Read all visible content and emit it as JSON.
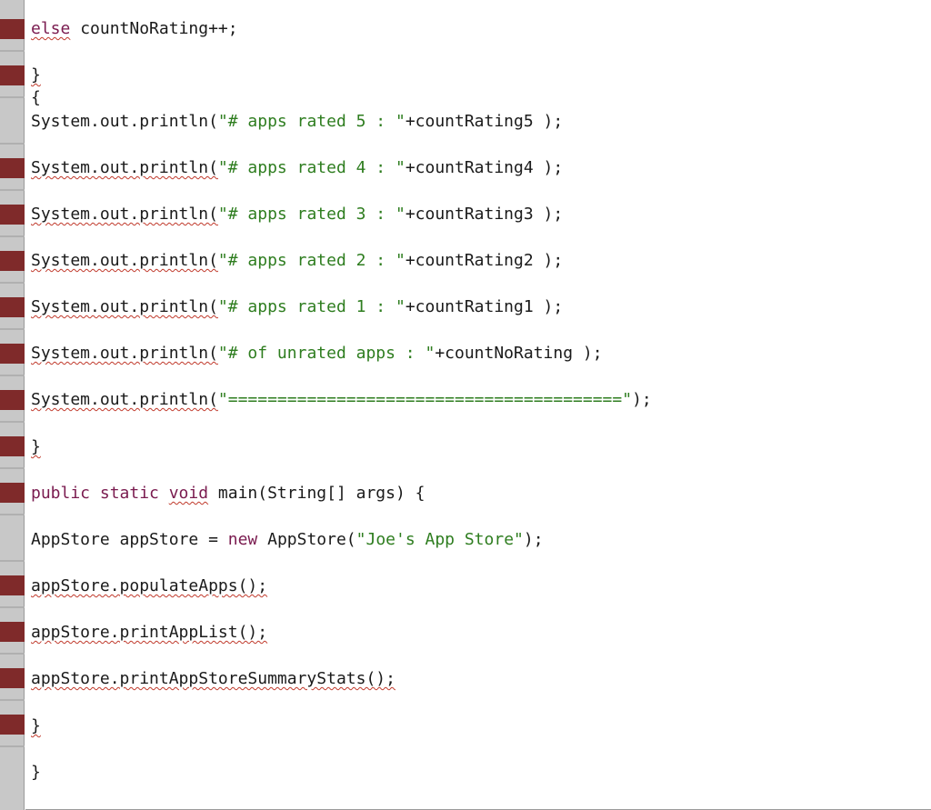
{
  "colors": {
    "gutter": "#c8c8c8",
    "marker": "#7f2a2a",
    "keyword": "#7a1b4f",
    "string": "#2e7d1f",
    "text": "#1a1a1a"
  },
  "code": {
    "l1_kw": "else",
    "l1_rest": " countNoRating++;",
    "l2": "}",
    "l3": "{",
    "l4_a": "System.out.println(",
    "l4_b": "\"# apps rated 5 : \"",
    "l4_c": "+countRating5 );",
    "l5_a": "System.out.println(",
    "l5_b": "\"# apps rated 4 : \"",
    "l5_c": "+countRating4 );",
    "l6_a": "System.out.println(",
    "l6_b": "\"# apps rated 3 : \"",
    "l6_c": "+countRating3 );",
    "l7_a": "System.out.println(",
    "l7_b": "\"# apps rated 2 : \"",
    "l7_c": "+countRating2 );",
    "l8_a": "System.out.println(",
    "l8_b": "\"# apps rated 1 : \"",
    "l8_c": "+countRating1 );",
    "l9_a": "System.out.println(",
    "l9_b": "\"# of unrated apps : \"",
    "l9_c": "+countNoRating );",
    "l10_a": "System.out.println(",
    "l10_b": "\"========================================\"",
    "l10_c": ");",
    "l11": "}",
    "l12_kw1": "public static ",
    "l12_kw2": "void",
    "l12_rest": " main(String[] args) {",
    "l13_a": "AppStore appStore = ",
    "l13_kw": "new",
    "l13_b": " AppStore(",
    "l13_str": "\"Joe's App Store\"",
    "l13_c": ");",
    "l14": "appStore.populateApps();",
    "l15": "appStore.printAppList();",
    "l16": "appStore.printAppStoreSummaryStats();",
    "l17": "}",
    "l18": "}"
  }
}
